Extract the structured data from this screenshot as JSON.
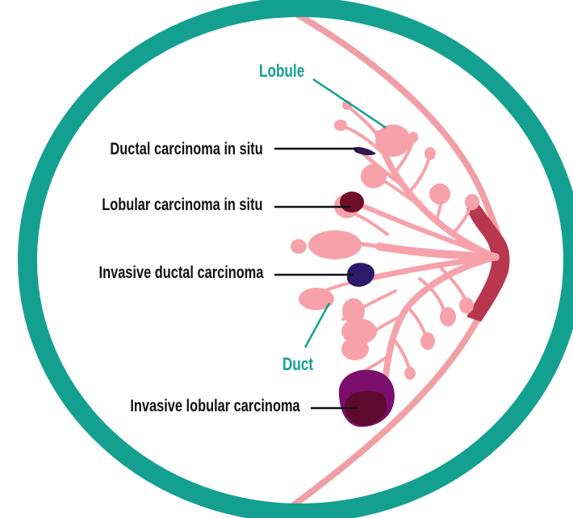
{
  "colors": {
    "frame": "#14A091",
    "breast_line": "#F0A0A4",
    "tissue": "#F7A2AA",
    "areola": "#B9364F",
    "dcis": "#2E1650",
    "lcis": "#6E0D28",
    "idc": "#2D1A6B",
    "ilc_outer": "#7A0E6C",
    "ilc_inner": "#5E0A2C",
    "teal_text": "#14A091",
    "label_text": "#111111"
  },
  "labels": {
    "lobule": "Lobule",
    "duct": "Duct",
    "dcis": "Ductal carcinoma in situ",
    "lcis": "Lobular carcinoma in situ",
    "idc": "Invasive ductal carcinoma",
    "ilc": "Invasive lobular carcinoma"
  }
}
